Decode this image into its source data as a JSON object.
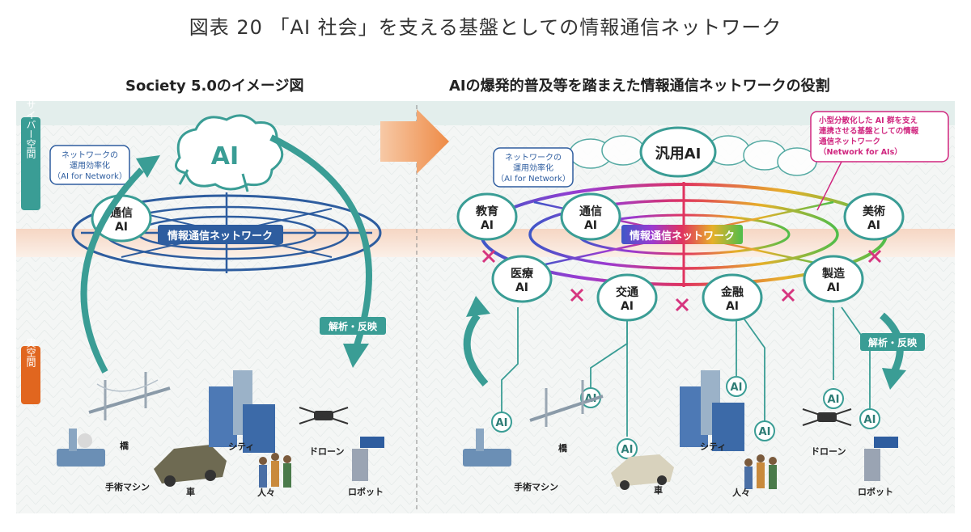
{
  "figure_title": "図表 20 「AI 社会」を支える基盤としての情報通信ネットワーク",
  "left": {
    "title": "Society 5.0のイメージ図",
    "cyber_space": "サイバー空間",
    "real_space": "実空間",
    "network_label": "情報通信ネットワーク",
    "ai_label": "AI",
    "comm_ai": [
      "通信",
      "AI"
    ],
    "callout": [
      "ネットワークの",
      "運用効率化",
      "（AI for Network）"
    ],
    "analysis": "解析・反映",
    "items": {
      "bridge": "橋",
      "robot_surgery": "手術マシン",
      "car": "車",
      "city": "シティ",
      "people": "人々",
      "drone": "ドローン",
      "robot": "ロボット"
    }
  },
  "right": {
    "title": "AIの爆発的普及等を踏まえた情報通信ネットワークの役割",
    "general_ai": "汎用AI",
    "network_label": "情報通信ネットワーク",
    "callout_left": [
      "ネットワークの",
      "運用効率化",
      "（AI for Network）"
    ],
    "callout_right": [
      "小型分散化した AI 群を支え",
      "連携させる基盤としての情報",
      "通信ネットワーク",
      "（Network for AIs）"
    ],
    "brains": [
      {
        "l1": "教育",
        "l2": "AI"
      },
      {
        "l1": "通信",
        "l2": "AI"
      },
      {
        "l1": "美術",
        "l2": "AI"
      },
      {
        "l1": "医療",
        "l2": "AI"
      },
      {
        "l1": "交通",
        "l2": "AI"
      },
      {
        "l1": "金融",
        "l2": "AI"
      },
      {
        "l1": "製造",
        "l2": "AI"
      }
    ],
    "small_ai": "AI",
    "analysis": "解析・反映",
    "items": {
      "bridge": "橋",
      "robot_surgery": "手術マシン",
      "car": "車",
      "city": "シティ",
      "people": "人々",
      "drone": "ドローン",
      "robot": "ロボット"
    }
  },
  "colors": {
    "teal": "#3a9d95",
    "net_blue": "#2e5d9f",
    "cross": "#d6357f",
    "callout_pink": "#d0267f",
    "orange": "#e1661f"
  }
}
